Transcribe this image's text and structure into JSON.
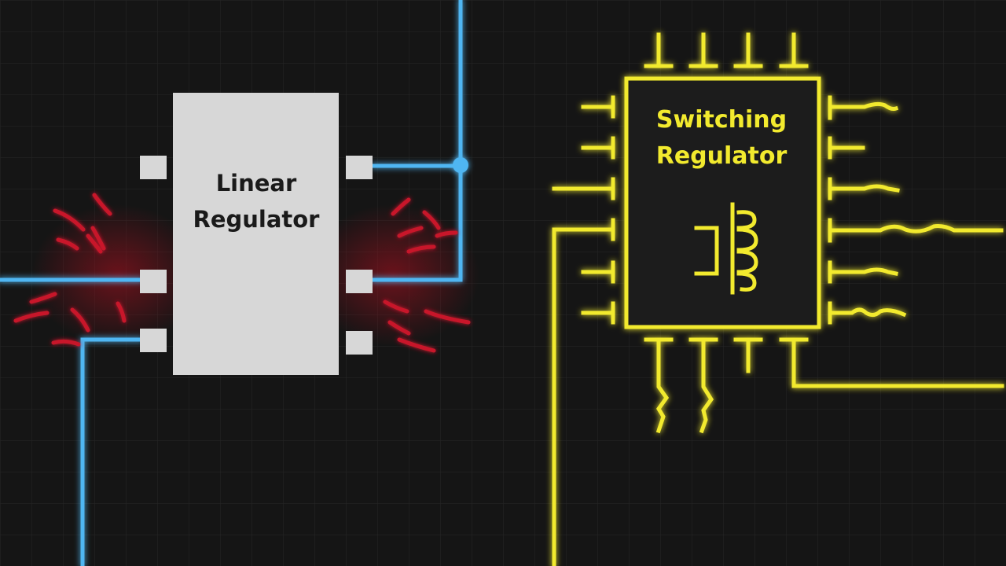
{
  "linear_regulator": {
    "label_line1": "Linear",
    "label_line2": "Regulator"
  },
  "switching_regulator": {
    "label_line1": "Switching",
    "label_line2": "Regulator",
    "symbol": "inductor-capacitor-icon"
  },
  "colors": {
    "background": "#151515",
    "grid": "#262626",
    "linear_body": "#d7d7d7",
    "linear_text": "#1a1a1a",
    "blue_trace": "#4fb6f2",
    "heat": "#c8182a",
    "yellow": "#f2ea2e"
  }
}
